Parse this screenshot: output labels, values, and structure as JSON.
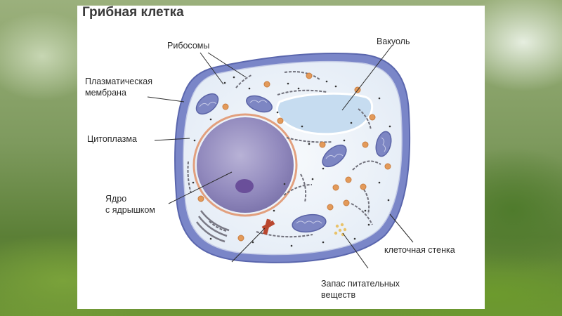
{
  "title": "Грибная клетка",
  "labels": {
    "ribosomes": "Рибосомы",
    "vacuole": "Вакуоль",
    "plasma_membrane_line1": "Плазматическая",
    "plasma_membrane_line2": "мембрана",
    "cytoplasm": "Цитоплазма",
    "nucleus_line1": "Ядро",
    "nucleus_line2": "с ядрышком",
    "cell_wall": "клеточная стенка",
    "nutrients_line1": "Запас питательных",
    "nutrients_line2": "веществ"
  },
  "colors": {
    "cell_wall": "#6f7bc2",
    "cytoplasm": "#eef3f9",
    "nucleus": "#8e86b7",
    "nucleolus": "#6a4f9a",
    "vacuole": "#c6dcf0",
    "mitochondria": "#7d86c3",
    "granules": "#e39a5a",
    "golgi": "#b9472f"
  }
}
